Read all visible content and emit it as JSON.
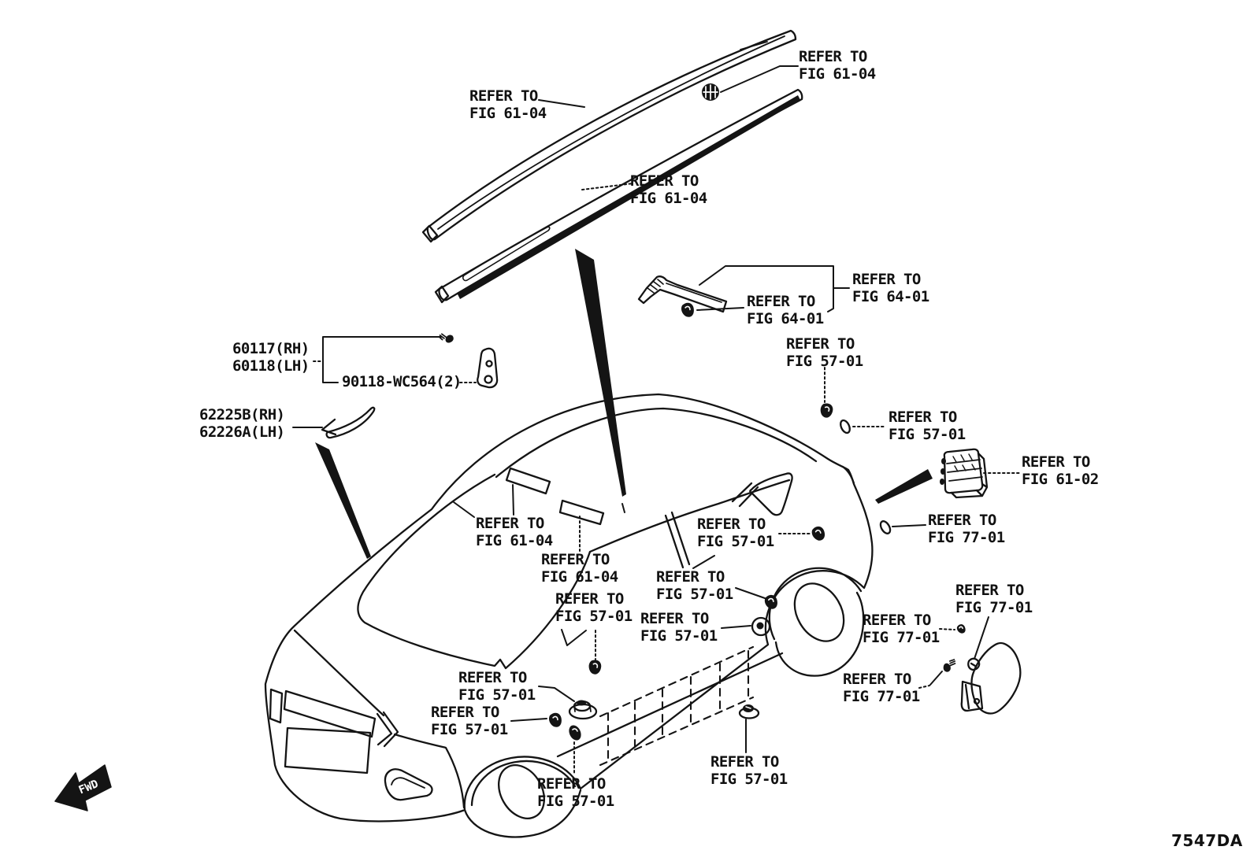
{
  "page": {
    "figure_code": "7547DA"
  },
  "fwd_marker": {
    "text": "FWD"
  },
  "colors": {
    "ink": "#141414",
    "background": "#ffffff"
  },
  "part_numbers": {
    "roof_side_rail": {
      "line1": "60117(RH)",
      "line2": "60118(LH)"
    },
    "retainer": {
      "text": "90118-WC564(2)"
    },
    "windshield_molding": {
      "line1": "62225B(RH)",
      "line2": "62226A(LH)"
    }
  },
  "references": [
    {
      "line1": "REFER TO",
      "line2": "FIG 61-04"
    },
    {
      "line1": "REFER TO",
      "line2": "FIG 61-04"
    },
    {
      "line1": "REFER TO",
      "line2": "FIG 61-04"
    },
    {
      "line1": "REFER TO",
      "line2": "FIG 64-01"
    },
    {
      "line1": "REFER TO",
      "line2": "FIG 64-01"
    },
    {
      "line1": "REFER TO",
      "line2": "FIG 57-01"
    },
    {
      "line1": "REFER TO",
      "line2": "FIG 57-01"
    },
    {
      "line1": "REFER TO",
      "line2": "FIG 61-02"
    },
    {
      "line1": "REFER TO",
      "line2": "FIG 61-04"
    },
    {
      "line1": "REFER TO",
      "line2": "FIG 57-01"
    },
    {
      "line1": "REFER TO",
      "line2": "FIG 77-01"
    },
    {
      "line1": "REFER TO",
      "line2": "FIG 61-04"
    },
    {
      "line1": "REFER TO",
      "line2": "FIG 57-01"
    },
    {
      "line1": "REFER TO",
      "line2": "FIG 77-01"
    },
    {
      "line1": "REFER TO",
      "line2": "FIG 57-01"
    },
    {
      "line1": "REFER TO",
      "line2": "FIG 57-01"
    },
    {
      "line1": "REFER TO",
      "line2": "FIG 77-01"
    },
    {
      "line1": "REFER TO",
      "line2": "FIG 57-01"
    },
    {
      "line1": "REFER TO",
      "line2": "FIG 77-01"
    },
    {
      "line1": "REFER TO",
      "line2": "FIG 57-01"
    },
    {
      "line1": "REFER TO",
      "line2": "FIG 57-01"
    },
    {
      "line1": "REFER TO",
      "line2": "FIG 57-01"
    }
  ]
}
